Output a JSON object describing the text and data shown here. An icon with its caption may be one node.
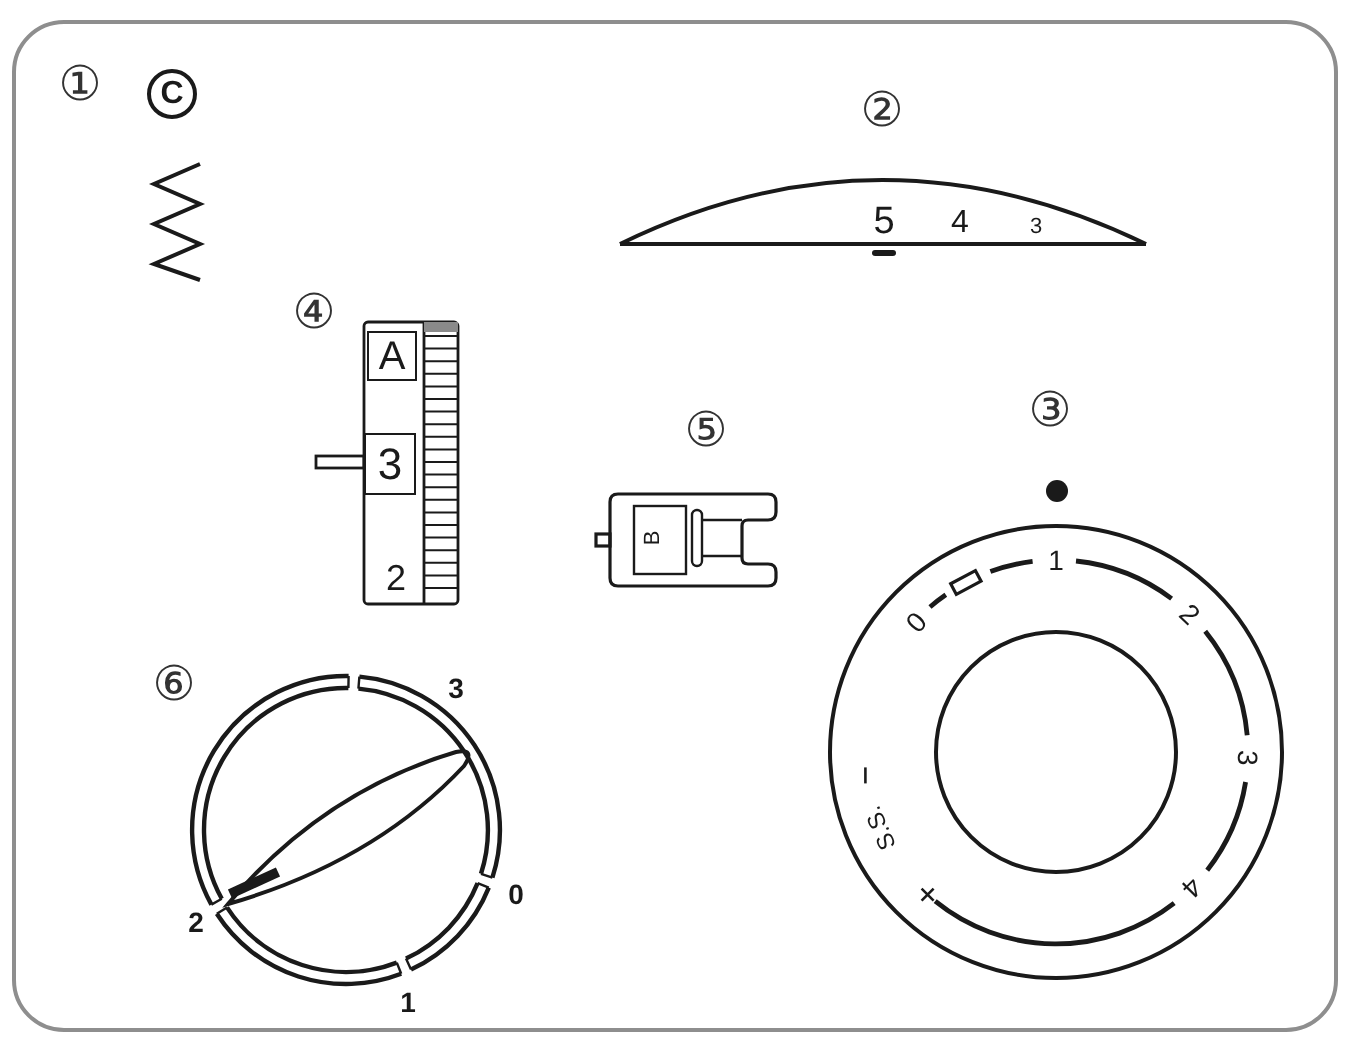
{
  "diagram": {
    "labels": [
      "①",
      "C",
      "②",
      "5",
      "4",
      "3",
      "④",
      "A",
      "3",
      "2",
      "⑤",
      "B",
      "③",
      "0",
      "1",
      "2",
      "3",
      "4",
      "S.S.",
      "⑥",
      "3",
      "0",
      "2",
      "1"
    ]
  }
}
